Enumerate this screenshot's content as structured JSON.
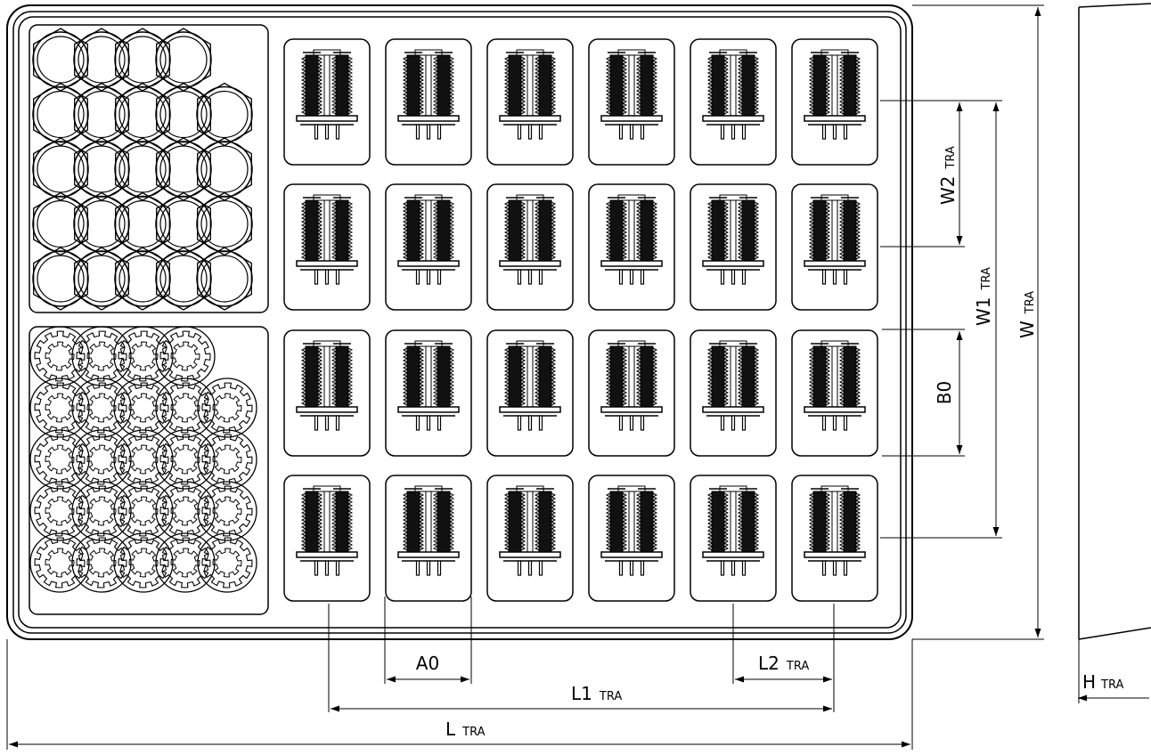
{
  "drawing": {
    "line_color": "#000000",
    "background": "#ffffff",
    "pocket_rows": 4,
    "pocket_cols": 6,
    "component": "relay-with-coils-and-three-pins",
    "hex_nut_rows": [
      4,
      5,
      5,
      5,
      5
    ],
    "gear_rows": [
      4,
      5,
      5,
      5,
      5
    ]
  },
  "labels": {
    "A0": "A0",
    "B0": "B0",
    "L_main": "L",
    "L1_main": "L1",
    "L2_main": "L2",
    "W_main": "W",
    "W1_main": "W1",
    "W2_main": "W2",
    "H_main": "H",
    "suffix": "TRA"
  }
}
